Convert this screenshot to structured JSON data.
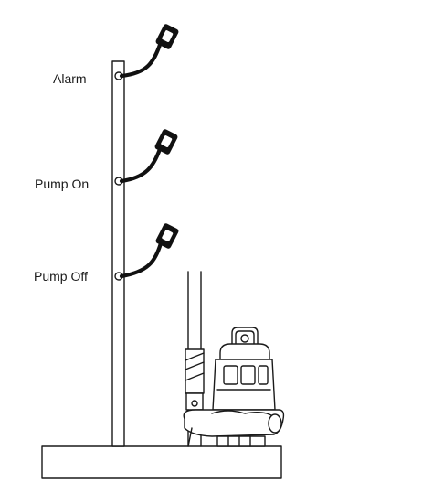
{
  "diagram": {
    "labels": {
      "alarm": "Alarm",
      "pump_on": "Pump On",
      "pump_off": "Pump Off"
    },
    "colors": {
      "line": "#1a1a1a",
      "background": "#ffffff"
    }
  }
}
